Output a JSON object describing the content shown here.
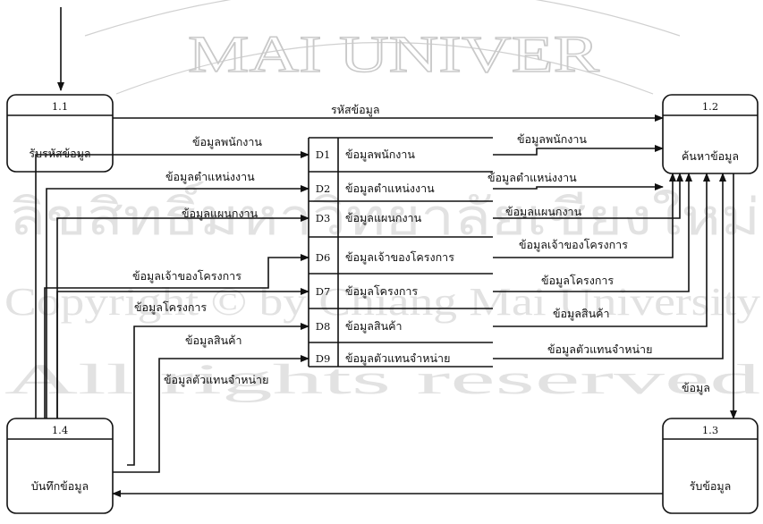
{
  "processes": [
    {
      "number": "1.1",
      "name": "รับรหัสข้อมูล"
    },
    {
      "number": "1.2",
      "name": "ค้นหาข้อมูล"
    },
    {
      "number": "1.3",
      "name": "รับข้อมูล"
    },
    {
      "number": "1.4",
      "name": "บันทึกข้อมูล"
    }
  ],
  "data_stores": [
    {
      "id": "D1",
      "name": "ข้อมูลพนักงาน"
    },
    {
      "id": "D2",
      "name": "ข้อมูลตำแหน่งงาน"
    },
    {
      "id": "D3",
      "name": "ข้อมูลแผนกงาน"
    },
    {
      "id": "D6",
      "name": "ข้อมูลเจ้าของโครงการ"
    },
    {
      "id": "D7",
      "name": "ข้อมูลโครงการ"
    },
    {
      "id": "D8",
      "name": "ข้อมูลสินค้า"
    },
    {
      "id": "D9",
      "name": "ข้อมูลตัวแทนจำหน่าย"
    }
  ],
  "flows": {
    "top": "รหัสข้อมูล",
    "to_result": "ข้อมูล",
    "write": [
      "ข้อมูลพนักงาน",
      "ข้อมูลตำแหน่งงาน",
      "ข้อมูลแผนกงาน",
      "ข้อมูลเจ้าของโครงการ",
      "ข้อมูลโครงการ",
      "ข้อมูลสินค้า",
      "ข้อมูลตัวแทนจำหน่าย"
    ],
    "read": [
      "ข้อมูลพนักงาน",
      "ข้อมูลตำแหน่งงาน",
      "ข้อมูลแผนกงาน",
      "ข้อมูลเจ้าของโครงการ",
      "ข้อมูลโครงการ",
      "ข้อมูลสินค้า",
      "ข้อมูลตัวแทนจำหน่าย"
    ]
  },
  "watermark": {
    "arc_text": "MAI UNIVER",
    "line1": "ลิขสิทธิ์มหาวิทยาลัยเชียงใหม่",
    "line2": "Copyright © by Chiang Mai University",
    "line3": "All rights reserved"
  }
}
